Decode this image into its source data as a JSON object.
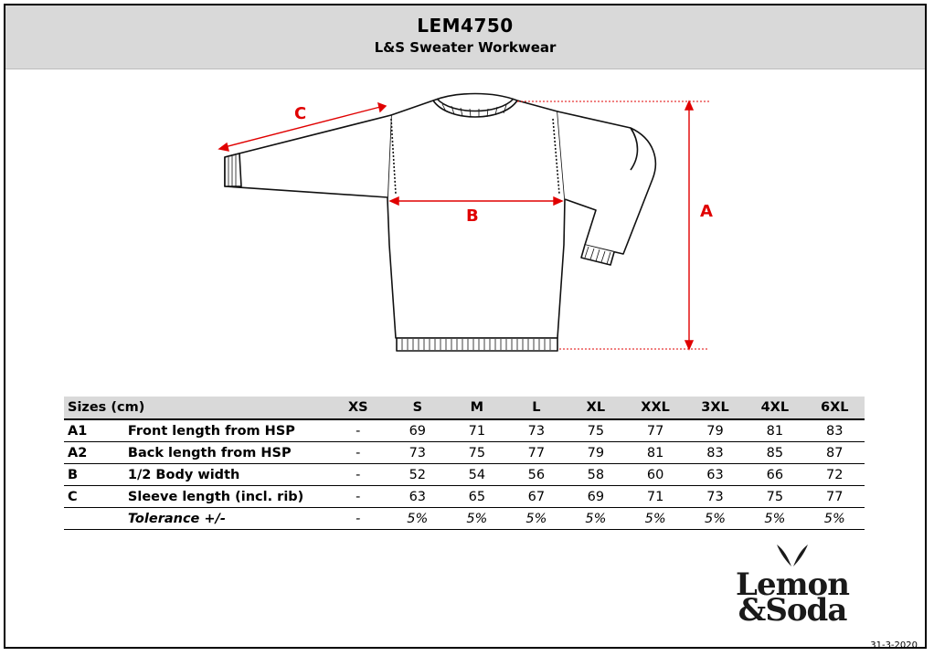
{
  "header": {
    "title": "LEM4750",
    "subtitle": "L&S Sweater Workwear"
  },
  "diagram": {
    "labels": {
      "a": "A",
      "b": "B",
      "c": "C"
    },
    "measure_color": "#e00000"
  },
  "table": {
    "header_label": "Sizes (cm)",
    "sizes": [
      "XS",
      "S",
      "M",
      "L",
      "XL",
      "XXL",
      "3XL",
      "4XL",
      "6XL"
    ],
    "rows": [
      {
        "code": "A1",
        "desc": "Front length from HSP",
        "values": [
          "-",
          "69",
          "71",
          "73",
          "75",
          "77",
          "79",
          "81",
          "83"
        ]
      },
      {
        "code": "A2",
        "desc": "Back length from HSP",
        "values": [
          "-",
          "73",
          "75",
          "77",
          "79",
          "81",
          "83",
          "85",
          "87"
        ]
      },
      {
        "code": "B",
        "desc": "1/2 Body width",
        "values": [
          "-",
          "52",
          "54",
          "56",
          "58",
          "60",
          "63",
          "66",
          "72"
        ]
      },
      {
        "code": "C",
        "desc": "Sleeve length (incl. rib)",
        "values": [
          "-",
          "63",
          "65",
          "67",
          "69",
          "71",
          "73",
          "75",
          "77"
        ]
      }
    ],
    "tolerance": {
      "code": "",
      "desc": "Tolerance +/-",
      "values": [
        "-",
        "5%",
        "5%",
        "5%",
        "5%",
        "5%",
        "5%",
        "5%",
        "5%"
      ]
    }
  },
  "logo": {
    "line1": "Lemon",
    "line2": "&Soda"
  },
  "footer": {
    "date": "31-3-2020"
  }
}
